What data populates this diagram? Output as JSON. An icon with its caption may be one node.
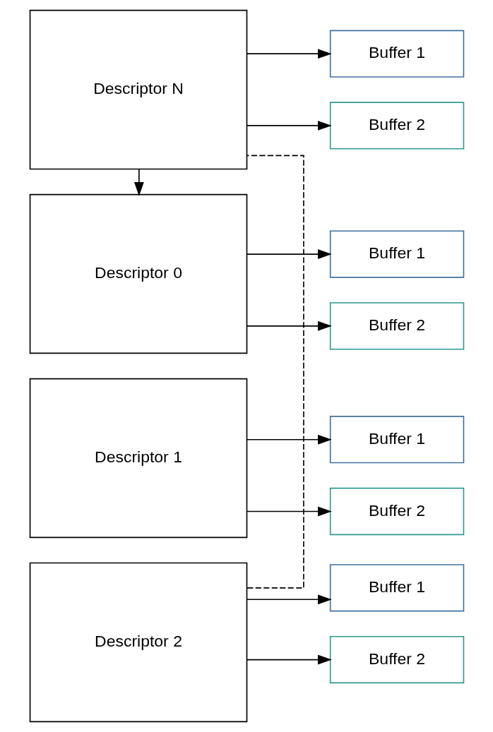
{
  "diagram": {
    "nodes": [
      {
        "text": [
          "Descriptor 0"
        ]
      },
      {
        "text": [
          "Buffer 1"
        ]
      },
      {
        "text": [
          "Buffer 2"
        ]
      },
      {
        "text": [
          "Descriptor 1"
        ]
      },
      {
        "text": [
          "Buffer 1"
        ]
      },
      {
        "text": [
          "Buffer 2"
        ]
      },
      {
        "text": [
          "Descriptor 2"
        ]
      },
      {
        "text": [
          "Buffer 1"
        ]
      },
      {
        "text": [
          "Buffer 2"
        ]
      },
      {
        "text": [
          "Descriptor N"
        ]
      },
      {
        "text": [
          "Buffer 1"
        ]
      },
      {
        "text": [
          "Buffer 2"
        ]
      }
    ],
    "edges": [
      {
        "from": 0,
        "to": 1,
        "arrow": "to"
      },
      {
        "from": 0,
        "to": 2,
        "arrow": "to"
      },
      {
        "from": 3,
        "to": 4,
        "arrow": "to"
      },
      {
        "from": 3,
        "to": 5,
        "arrow": "to"
      },
      {
        "from": 6,
        "to": 7,
        "arrow": "to"
      },
      {
        "from": 6,
        "to": 8,
        "arrow": "to"
      },
      {
        "from": 6,
        "to": 9,
        "arrow": "none",
        "style": "dashed"
      },
      {
        "from": 9,
        "to": 10,
        "arrow": "to"
      },
      {
        "from": 9,
        "to": 11,
        "arrow": "to"
      },
      {
        "from": 9,
        "to": 0,
        "arrow": "to"
      }
    ]
  }
}
